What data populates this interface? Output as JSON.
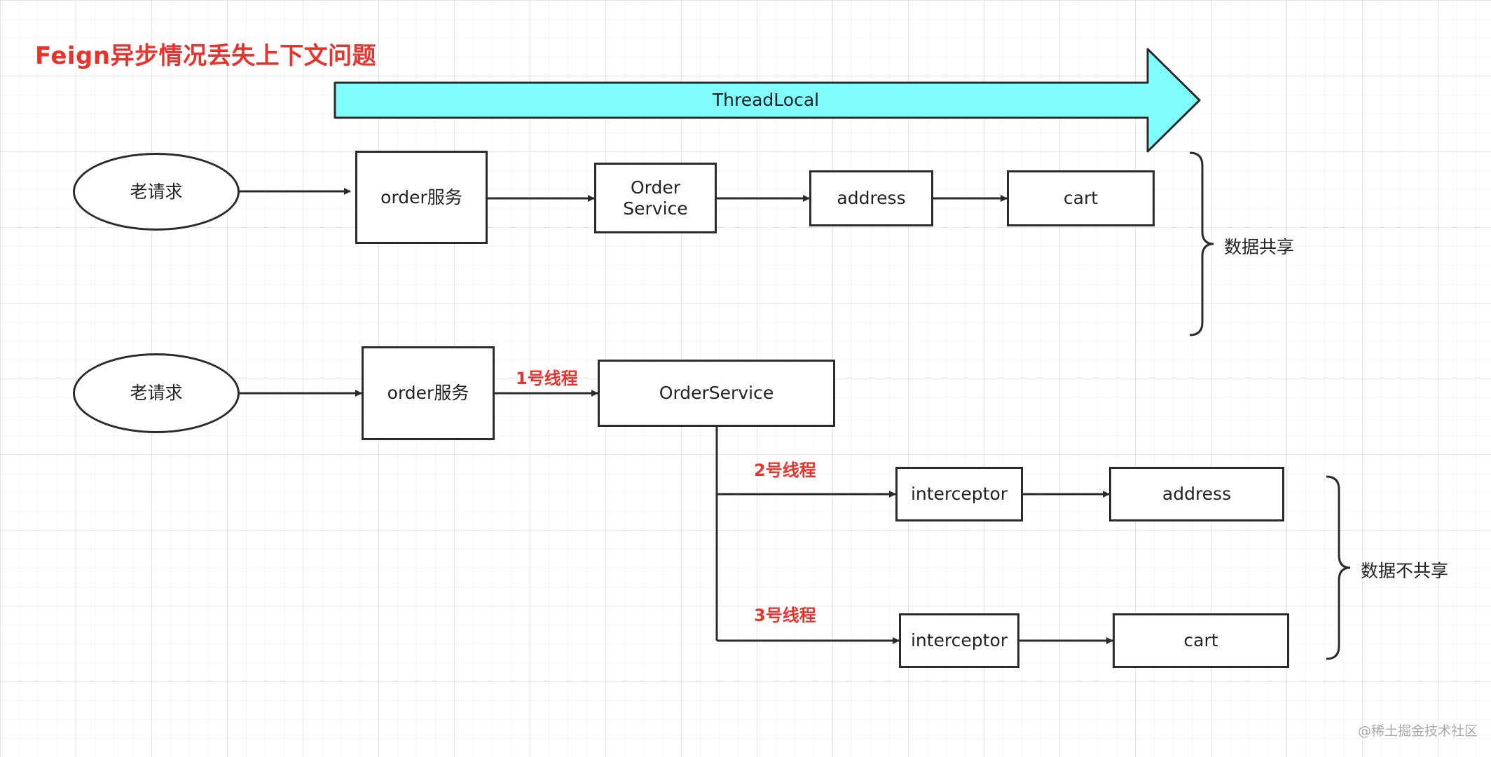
{
  "title": "Feign异步情况丢失上下文问题",
  "banner": {
    "label": "ThreadLocal"
  },
  "colors": {
    "banner_fill": "#7ffcfb",
    "title_red": "#e8322c",
    "stroke": "#2b2b2b"
  },
  "row1": {
    "start": "老请求",
    "order": "order服务",
    "order_service": "Order\nService",
    "address": "address",
    "cart": "cart",
    "brace_label": "数据共享"
  },
  "row2": {
    "start": "老请求",
    "order": "order服务",
    "order_service": "OrderService",
    "thread1": "1号线程",
    "thread2": "2号线程",
    "thread3": "3号线程",
    "interceptor_a": "interceptor",
    "address": "address",
    "interceptor_b": "interceptor",
    "cart": "cart",
    "brace_label": "数据不共享"
  },
  "watermark": "@稀土掘金技术社区"
}
